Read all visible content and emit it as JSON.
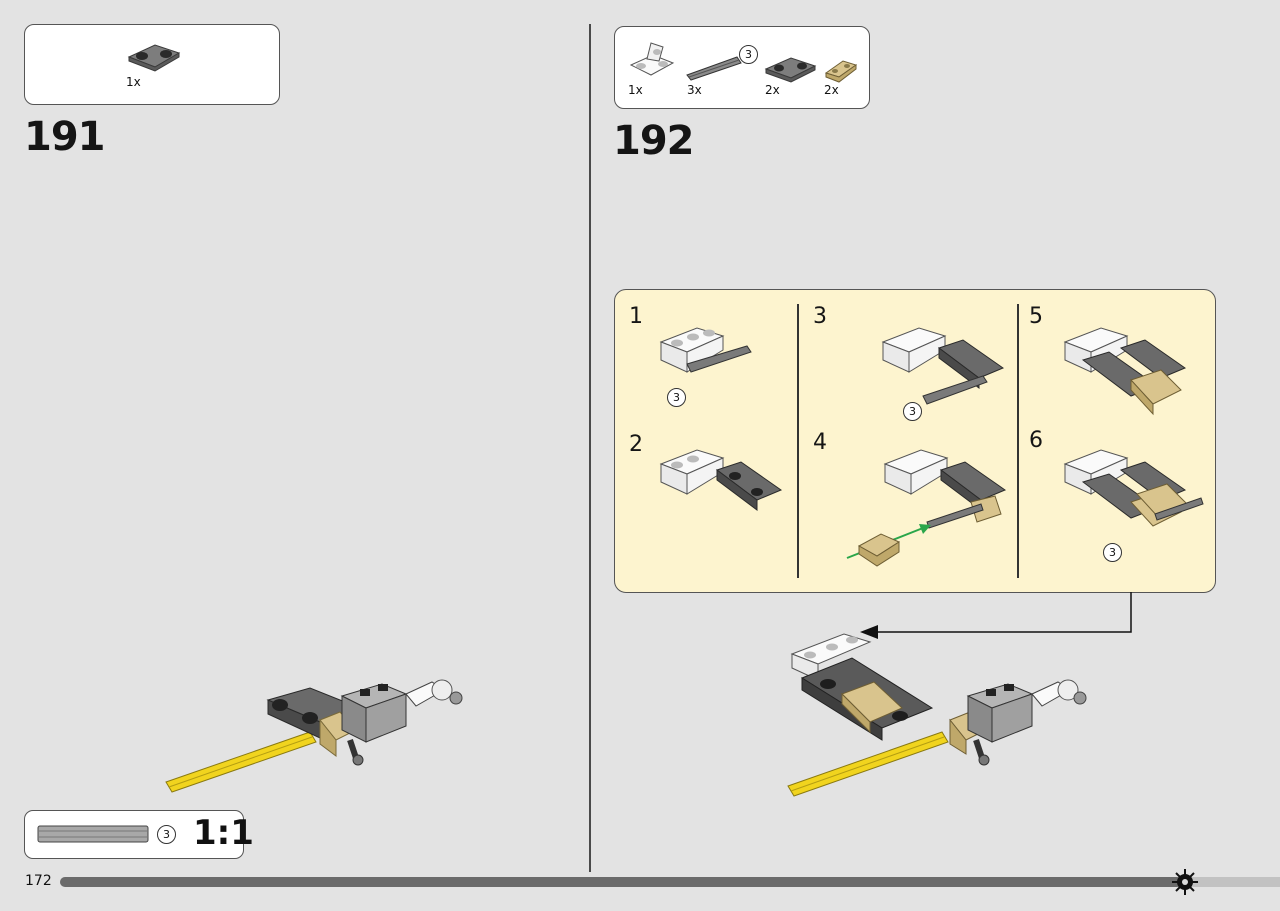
{
  "step_191": {
    "number": "191",
    "parts": [
      {
        "qty": "1x",
        "part": "gray-pin-connector"
      }
    ]
  },
  "step_192": {
    "number": "192",
    "parts": [
      {
        "qty": "1x",
        "part": "white-angled-beam"
      },
      {
        "qty": "3x",
        "part": "gray-axle",
        "callout": "3"
      },
      {
        "qty": "2x",
        "part": "gray-pin-connector"
      },
      {
        "qty": "2x",
        "part": "tan-beam-link"
      }
    ],
    "substeps": [
      {
        "num": "1",
        "callout": "3"
      },
      {
        "num": "2"
      },
      {
        "num": "3",
        "callout": "3"
      },
      {
        "num": "4"
      },
      {
        "num": "5"
      },
      {
        "num": "6",
        "callout": "3"
      }
    ]
  },
  "scale_reference": {
    "callout": "3",
    "ratio": "1:1"
  },
  "footer": {
    "page_number": "172",
    "progress_fraction": 0.92
  },
  "colors": {
    "background": "#e3e3e3",
    "substep_panel": "#fdf4cf",
    "yellow_axle": "#f1d41e",
    "tan_part": "#d9c48d",
    "dark_gray_part": "#5a5a5a",
    "light_gray_part": "#a8a8a8",
    "arrow_green": "#2aa64a"
  }
}
